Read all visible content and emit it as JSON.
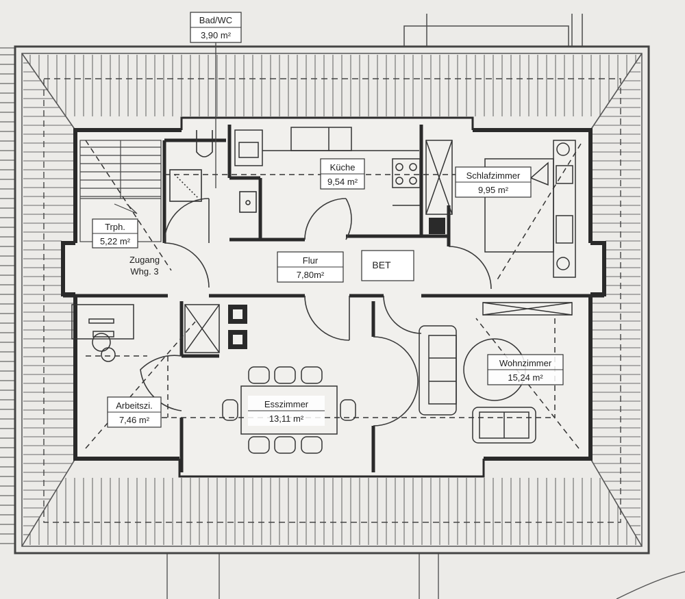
{
  "colors": {
    "paper": "#ecebe8",
    "wall": "#2a2a2a",
    "line": "#555555",
    "roof": "#6a6a6a",
    "label_bg": "#ffffff"
  },
  "rooms": {
    "bad": {
      "name": "Bad/WC",
      "area": "3,90 m²"
    },
    "kueche": {
      "name": "Küche",
      "area": "9,54 m²"
    },
    "schlaf": {
      "name": "Schlafzimmer",
      "area": "9,95 m²"
    },
    "trph": {
      "name": "Trph.",
      "area": "5,22 m²"
    },
    "zugang": {
      "line1": "Zugang",
      "line2": "Whg. 3"
    },
    "flur": {
      "name": "Flur",
      "area": "7,80m²"
    },
    "bet": {
      "name": "BET"
    },
    "wohn": {
      "name": "Wohnzimmer",
      "area": "15,24 m²"
    },
    "arbeit": {
      "name": "Arbeitszi.",
      "area": "7,46 m²"
    },
    "ess": {
      "name": "Esszimmer",
      "area": "13,11 m²"
    }
  }
}
